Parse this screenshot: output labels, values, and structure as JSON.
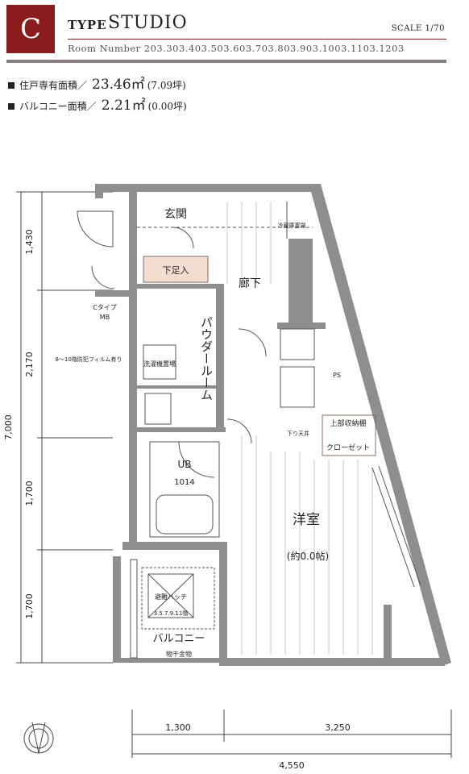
{
  "header": {
    "badge": "C",
    "type_label": "TYPE",
    "type_name": "STUDIO",
    "scale": "SCALE 1/70",
    "room_numbers": "Room Number 203.303.403.503.603.703.803.903.1003.1103.1203"
  },
  "areas": [
    {
      "label": "住戸専有面積／",
      "value": "23.46㎡",
      "sub": "(7.09坪)"
    },
    {
      "label": "バルコニー面積／",
      "value": "2.21㎡",
      "sub": "(0.00坪)"
    }
  ],
  "rooms": {
    "genkan": "玄関",
    "shoes": "下足入",
    "corridor": "廊下",
    "powder": "パウダールーム",
    "ub_name": "UB",
    "ub_size": "1014",
    "washer": "洗濯機置場",
    "western": "洋室",
    "western_size": "(約0.0帖)",
    "closet": "クローゼット",
    "upper_shelf": "上部収納棚",
    "balcony": "バルコニー",
    "hatch": "避難ハッチ",
    "ctype": "Cタイプ",
    "ms": "MB",
    "ps": "PS",
    "floor_note": "8～10階防犯フィルム有り",
    "hatch_note": "3.5.7.9.11階",
    "outdoor": "物干金物",
    "refrig": "冷蔵庫置場",
    "ceiling": "下り天井"
  },
  "dimensions": {
    "left": [
      "1,430",
      "2,170",
      "1,700",
      "1,700"
    ],
    "total_vertical": "7,000",
    "bottom": [
      "1,300",
      "3,250"
    ],
    "total_horizontal": "4,550"
  }
}
